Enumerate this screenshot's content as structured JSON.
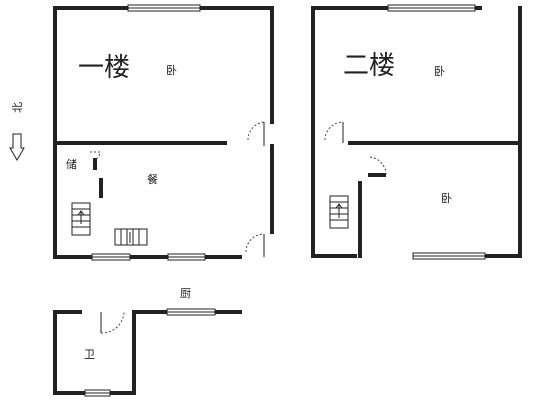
{
  "plan": {
    "floor1": {
      "title": "一楼",
      "bedroom": "卧",
      "storage": "储",
      "dining": "餐"
    },
    "floor2": {
      "title": "二楼",
      "bedroom_top": "卧",
      "bedroom_bottom": "卧"
    },
    "annex": {
      "kitchen": "厨",
      "bathroom": "卫"
    },
    "north_label": "北",
    "colors": {
      "wall": "#222222",
      "door": "#444444"
    }
  }
}
